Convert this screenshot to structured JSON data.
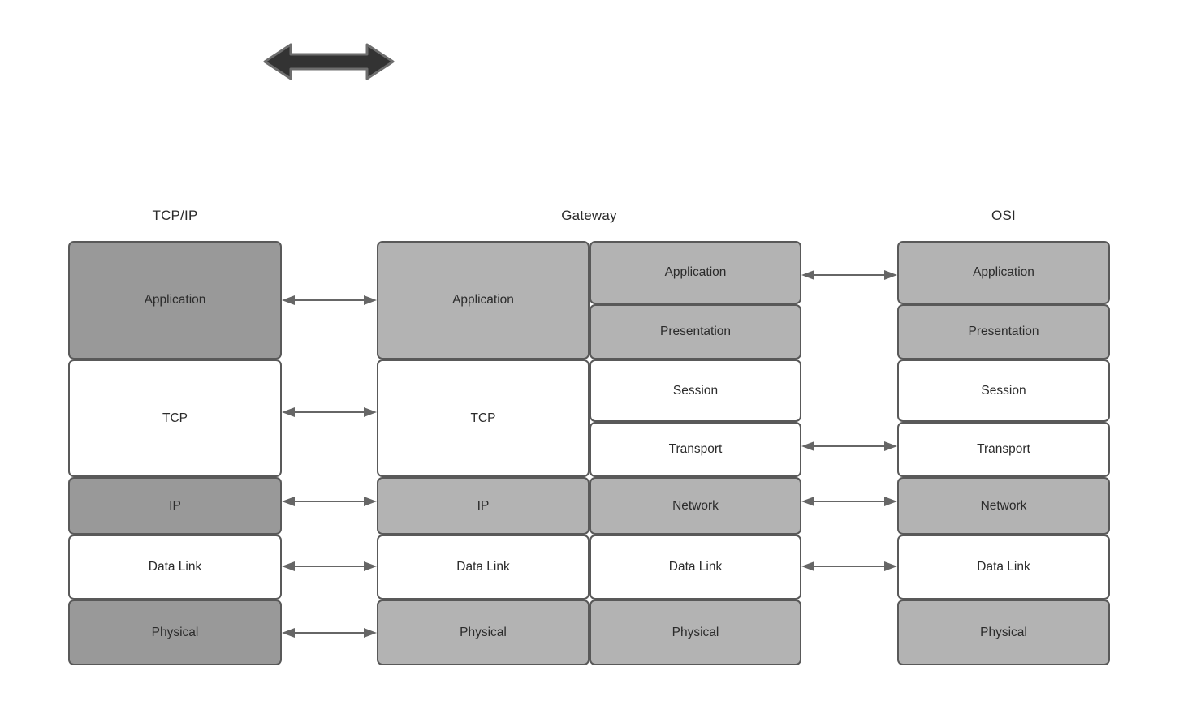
{
  "diagram": {
    "title_tcpip": "TCP/IP",
    "title_gateway": "Gateway",
    "title_osi": "OSI",
    "colors": {
      "fill_dark_gray": "#999999",
      "fill_mid_gray": "#b3b3b3",
      "fill_white": "#ffffff",
      "stroke": "#595959",
      "text": "#2b2b2b",
      "big_arrow_fill": "#333333",
      "big_arrow_stroke": "#666666",
      "connector": "#666666"
    }
  },
  "top_arrow": {
    "icon": "double-headed-arrow-icon",
    "label": ""
  },
  "columns": {
    "tcpip": {
      "heading": "TCP/IP",
      "layers": [
        {
          "label": "Application",
          "fill": "dark"
        },
        {
          "label": "TCP",
          "fill": "white"
        },
        {
          "label": "IP",
          "fill": "dark"
        },
        {
          "label": "Data Link",
          "fill": "white"
        },
        {
          "label": "Physical",
          "fill": "dark"
        }
      ]
    },
    "gateway": {
      "heading": "Gateway",
      "left_layers": [
        {
          "label": "Application",
          "fill": "mid"
        },
        {
          "label": "TCP",
          "fill": "white"
        },
        {
          "label": "IP",
          "fill": "mid"
        },
        {
          "label": "Data Link",
          "fill": "white"
        },
        {
          "label": "Physical",
          "fill": "mid"
        }
      ],
      "right_layers": [
        {
          "label": "Application",
          "fill": "mid"
        },
        {
          "label": "Presentation",
          "fill": "mid"
        },
        {
          "label": "Session",
          "fill": "white"
        },
        {
          "label": "Transport",
          "fill": "white"
        },
        {
          "label": "Network",
          "fill": "mid"
        },
        {
          "label": "Data Link",
          "fill": "white"
        },
        {
          "label": "Physical",
          "fill": "mid"
        }
      ]
    },
    "osi": {
      "heading": "OSI",
      "layers": [
        {
          "label": "Application",
          "fill": "mid"
        },
        {
          "label": "Presentation",
          "fill": "mid"
        },
        {
          "label": "Session",
          "fill": "white"
        },
        {
          "label": "Transport",
          "fill": "white"
        },
        {
          "label": "Network",
          "fill": "mid"
        },
        {
          "label": "Data Link",
          "fill": "white"
        },
        {
          "label": "Physical",
          "fill": "mid"
        }
      ]
    }
  },
  "connectors": {
    "left_group": [
      {
        "from": "Application",
        "to": "Application"
      },
      {
        "from": "TCP",
        "to": "TCP"
      },
      {
        "from": "IP",
        "to": "IP"
      },
      {
        "from": "Data Link",
        "to": "Data Link"
      },
      {
        "from": "Physical",
        "to": "Physical"
      }
    ],
    "right_group": [
      {
        "from": "Application",
        "to": "Application"
      },
      {
        "from": "Transport",
        "to": "Transport"
      },
      {
        "from": "Network",
        "to": "Network"
      },
      {
        "from": "Data Link",
        "to": "Data Link"
      }
    ]
  }
}
